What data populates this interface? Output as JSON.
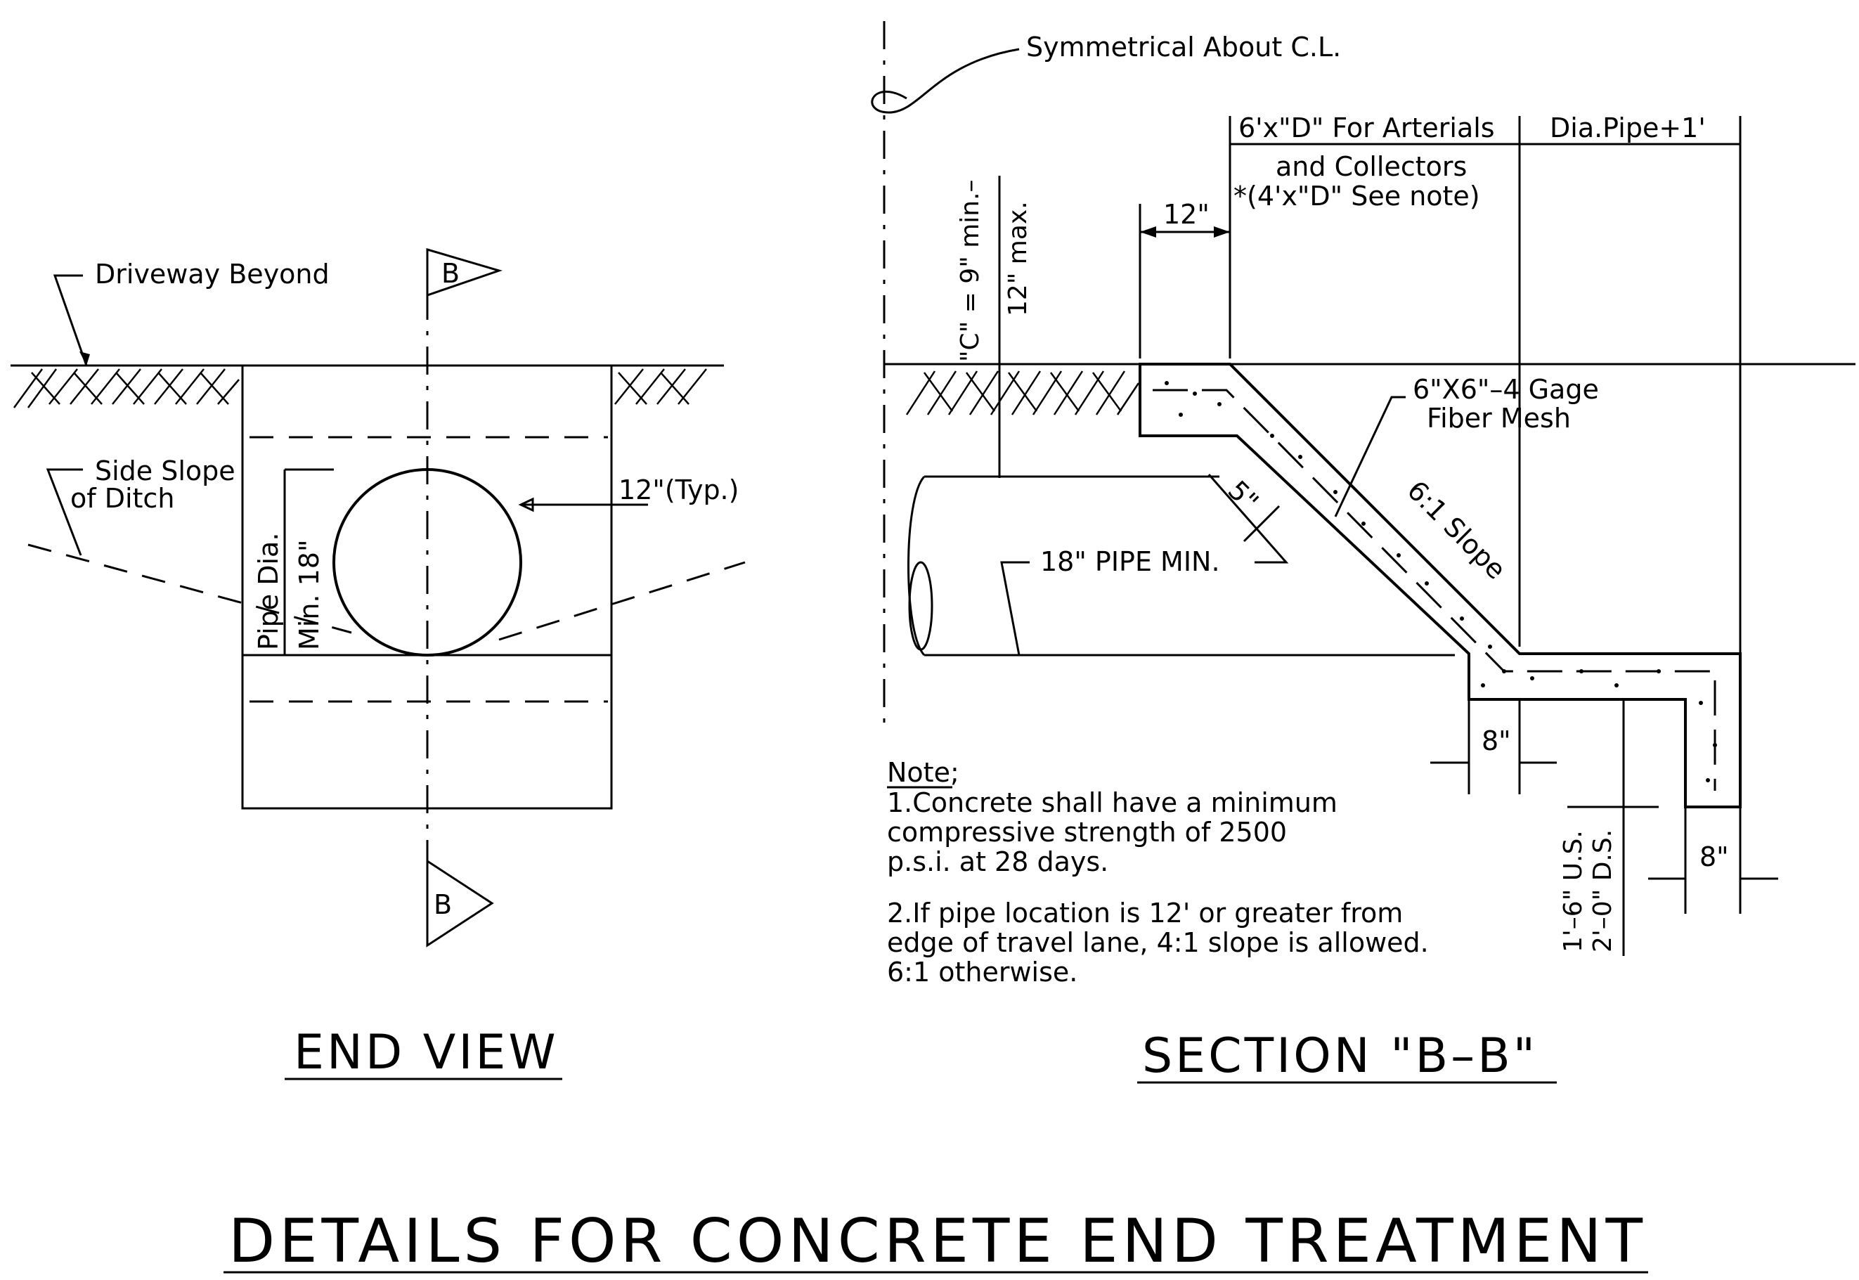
{
  "end_view": {
    "title": "END VIEW",
    "driveway_label": "Driveway Beyond",
    "side_slope_line1": "Side Slope",
    "side_slope_line2": "of Ditch",
    "pipe_dia_label": "Pipe Dia.",
    "min_label": "Min. 18\"",
    "typ_label": "12\"(Typ.)",
    "section_marker": "B"
  },
  "section": {
    "title": "SECTION \"B–B\"",
    "symmetry_label": "Symmetrical About C.L.",
    "arterials_line1": "6'x\"D\"  For Arterials",
    "arterials_line2": "and  Collectors",
    "arterials_line3": "*(4'x\"D\"  See  note)",
    "dia_pipe_label": "Dia.Pipe+1'",
    "dim_12": "12\"",
    "c_label_1": "\"C\" = 9\" min.–",
    "c_label_2": "12\" max.",
    "mesh_line1": "6\"X6\"–4 Gage",
    "mesh_line2": "Fiber Mesh",
    "dim_5": "5\"",
    "slope_label": "6:1  Slope",
    "pipe_label": "18\"  PIPE  MIN.",
    "dim_8a": "8\"",
    "dim_8b": "8\"",
    "us_label": "1'–6\" U.S.",
    "ds_label": "2'–0\" D.S."
  },
  "notes": {
    "heading": "Note;",
    "n1_line1": "1.Concrete  shall  have  a  minimum",
    "n1_line2": "compressive  strength  of  2500",
    "n1_line3": "p.s.i.  at  28  days.",
    "n2_line1": "2.If  pipe  location  is  12'  or  greater  from",
    "n2_line2": "edge  of  travel  lane,  4:1  slope  is  allowed.",
    "n2_line3": "6:1  otherwise."
  },
  "main_title": "DETAILS  FOR  CONCRETE  END  TREATMENT"
}
